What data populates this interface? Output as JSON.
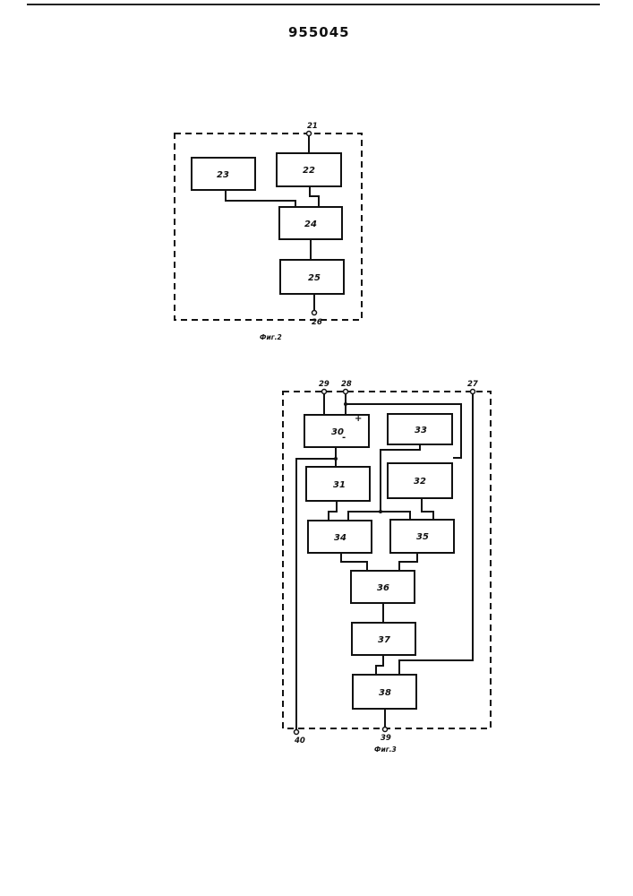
{
  "header": {
    "document_number": "955045"
  },
  "figure2": {
    "caption": "Фиг.2",
    "blocks": {
      "b23": "23",
      "b22": "22",
      "b24": "24",
      "b25": "25"
    },
    "terminals": {
      "t21": "21",
      "t26": "26"
    }
  },
  "figure3": {
    "caption": "Фиг.3",
    "blocks": {
      "b30": "30",
      "b33": "33",
      "b31": "31",
      "b32": "32",
      "b34": "34",
      "b35": "35",
      "b36": "36",
      "b37": "37",
      "b38": "38"
    },
    "terminals": {
      "t29": "29",
      "t28": "28",
      "t27": "27",
      "t39": "39",
      "t40": "40"
    },
    "marks": {
      "plus": "+",
      "minus": "-"
    }
  }
}
